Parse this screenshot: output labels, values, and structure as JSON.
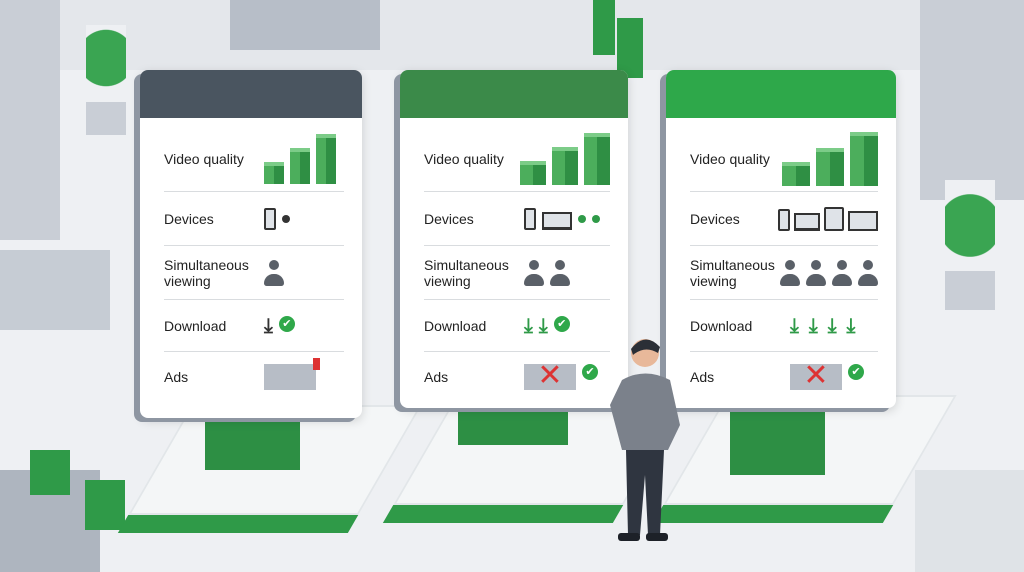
{
  "colors": {
    "panel1_header": "#4a5560",
    "panel2_header": "#3b8a49",
    "panel3_header": "#2ea84a",
    "green": "#2f9a48"
  },
  "plans": [
    {
      "video_quality_label": "Video quality",
      "video_bars": 3,
      "devices_label": "Devices",
      "devices": [
        "phone"
      ],
      "devices_dots": 1,
      "simultaneous_label": "Simultaneous viewing",
      "viewers": 1,
      "download_label": "Download",
      "downloads": 1,
      "download_check": "✔",
      "ads_label": "Ads",
      "ads": "shown"
    },
    {
      "video_quality_label": "Video quality",
      "video_bars": 3,
      "devices_label": "Devices",
      "devices": [
        "phone",
        "laptop"
      ],
      "devices_dots": 2,
      "simultaneous_label": "Simultaneous viewing",
      "viewers": 2,
      "download_label": "Download",
      "downloads": 2,
      "download_check": "✔",
      "ads_label": "Ads",
      "ads": "none",
      "ads_check": "✔",
      "ads_cross": "✕"
    },
    {
      "video_quality_label": "Video quality",
      "video_bars": 3,
      "devices_label": "Devices",
      "devices": [
        "phone",
        "laptop",
        "tablet",
        "monitor"
      ],
      "devices_dots": 0,
      "simultaneous_label": "Simultaneous viewing",
      "viewers": 4,
      "download_label": "Download",
      "downloads": 4,
      "ads_label": "Ads",
      "ads": "none",
      "ads_check": "✔",
      "ads_cross": "✕"
    }
  ]
}
